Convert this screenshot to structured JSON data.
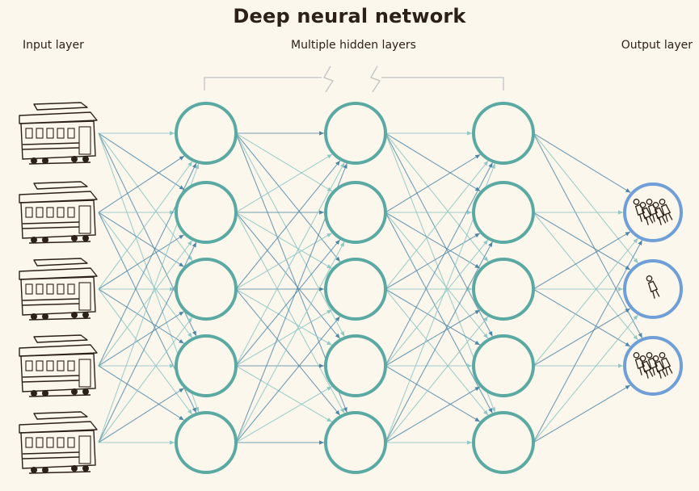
{
  "diagram": {
    "title": "Deep neural network",
    "labels": {
      "input": "Input layer",
      "hidden": "Multiple hidden layers",
      "output": "Output layer"
    },
    "layers": [
      {
        "name": "input",
        "nodes": 5,
        "node_type": "trolley-car-icon"
      },
      {
        "name": "hidden-1",
        "nodes": 5,
        "node_type": "neuron"
      },
      {
        "name": "hidden-2",
        "nodes": 5,
        "node_type": "neuron"
      },
      {
        "name": "hidden-3",
        "nodes": 5,
        "node_type": "neuron"
      },
      {
        "name": "output",
        "nodes": 3,
        "node_type": "passenger-group-icon"
      }
    ],
    "output_icons": [
      "passengers-group-icon",
      "single-passenger-icon",
      "passengers-group-icon"
    ],
    "connections": "fully-connected",
    "colors": {
      "background": "#fcf7ec",
      "hidden_node_stroke": "#5aa9a2",
      "output_node_stroke": "#6f9fd6",
      "edge_dark": "#4f86a6",
      "edge_light": "#8fc7c4",
      "bracket": "#bfc3c1",
      "title": "#2b2119"
    }
  }
}
